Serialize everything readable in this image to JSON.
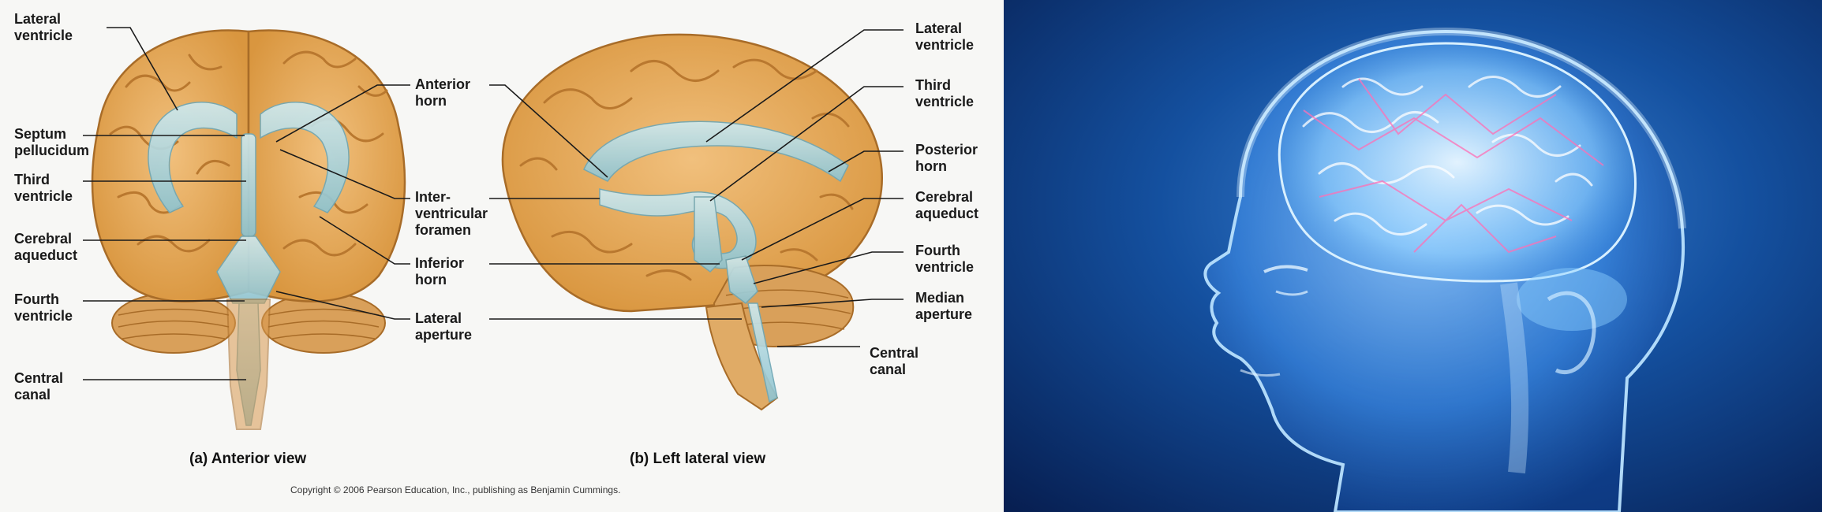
{
  "diagram": {
    "labels": {
      "left_lateral_ventricle": [
        "Lateral",
        "ventricle"
      ],
      "septum_pellucidum": [
        "Septum",
        "pellucidum"
      ],
      "left_third_ventricle": [
        "Third",
        "ventricle"
      ],
      "left_cerebral_aqueduct": [
        "Cerebral",
        "aqueduct"
      ],
      "left_fourth_ventricle": [
        "Fourth",
        "ventricle"
      ],
      "left_central_canal": [
        "Central",
        "canal"
      ],
      "anterior_horn": [
        "Anterior",
        "horn"
      ],
      "interventricular_foramen": [
        "Inter-",
        "ventricular",
        "foramen"
      ],
      "inferior_horn": [
        "Inferior",
        "horn"
      ],
      "lateral_aperture": [
        "Lateral",
        "aperture"
      ],
      "right_lateral_ventricle": [
        "Lateral",
        "ventricle"
      ],
      "right_third_ventricle": [
        "Third",
        "ventricle"
      ],
      "posterior_horn": [
        "Posterior",
        "horn"
      ],
      "right_cerebral_aqueduct": [
        "Cerebral",
        "aqueduct"
      ],
      "right_fourth_ventricle": [
        "Fourth",
        "ventricle"
      ],
      "median_aperture": [
        "Median",
        "aperture"
      ],
      "right_central_canal": [
        "Central",
        "canal"
      ]
    },
    "captions": {
      "a": "(a)  Anterior view",
      "b": "(b)  Left lateral view"
    },
    "copyright": "Copyright © 2006 Pearson Education, Inc., publishing as Benjamin Cummings."
  },
  "colors": {
    "brain_fill": "#e8b06a",
    "brain_fold": "#b9782f",
    "ventricle_fill": "#a9d3dc",
    "cerebellum_fill": "#d9a05a",
    "head_glow": "#6fb7ff",
    "background_blue": "#0b3a82",
    "neuron_pink": "#ff6fb5"
  }
}
